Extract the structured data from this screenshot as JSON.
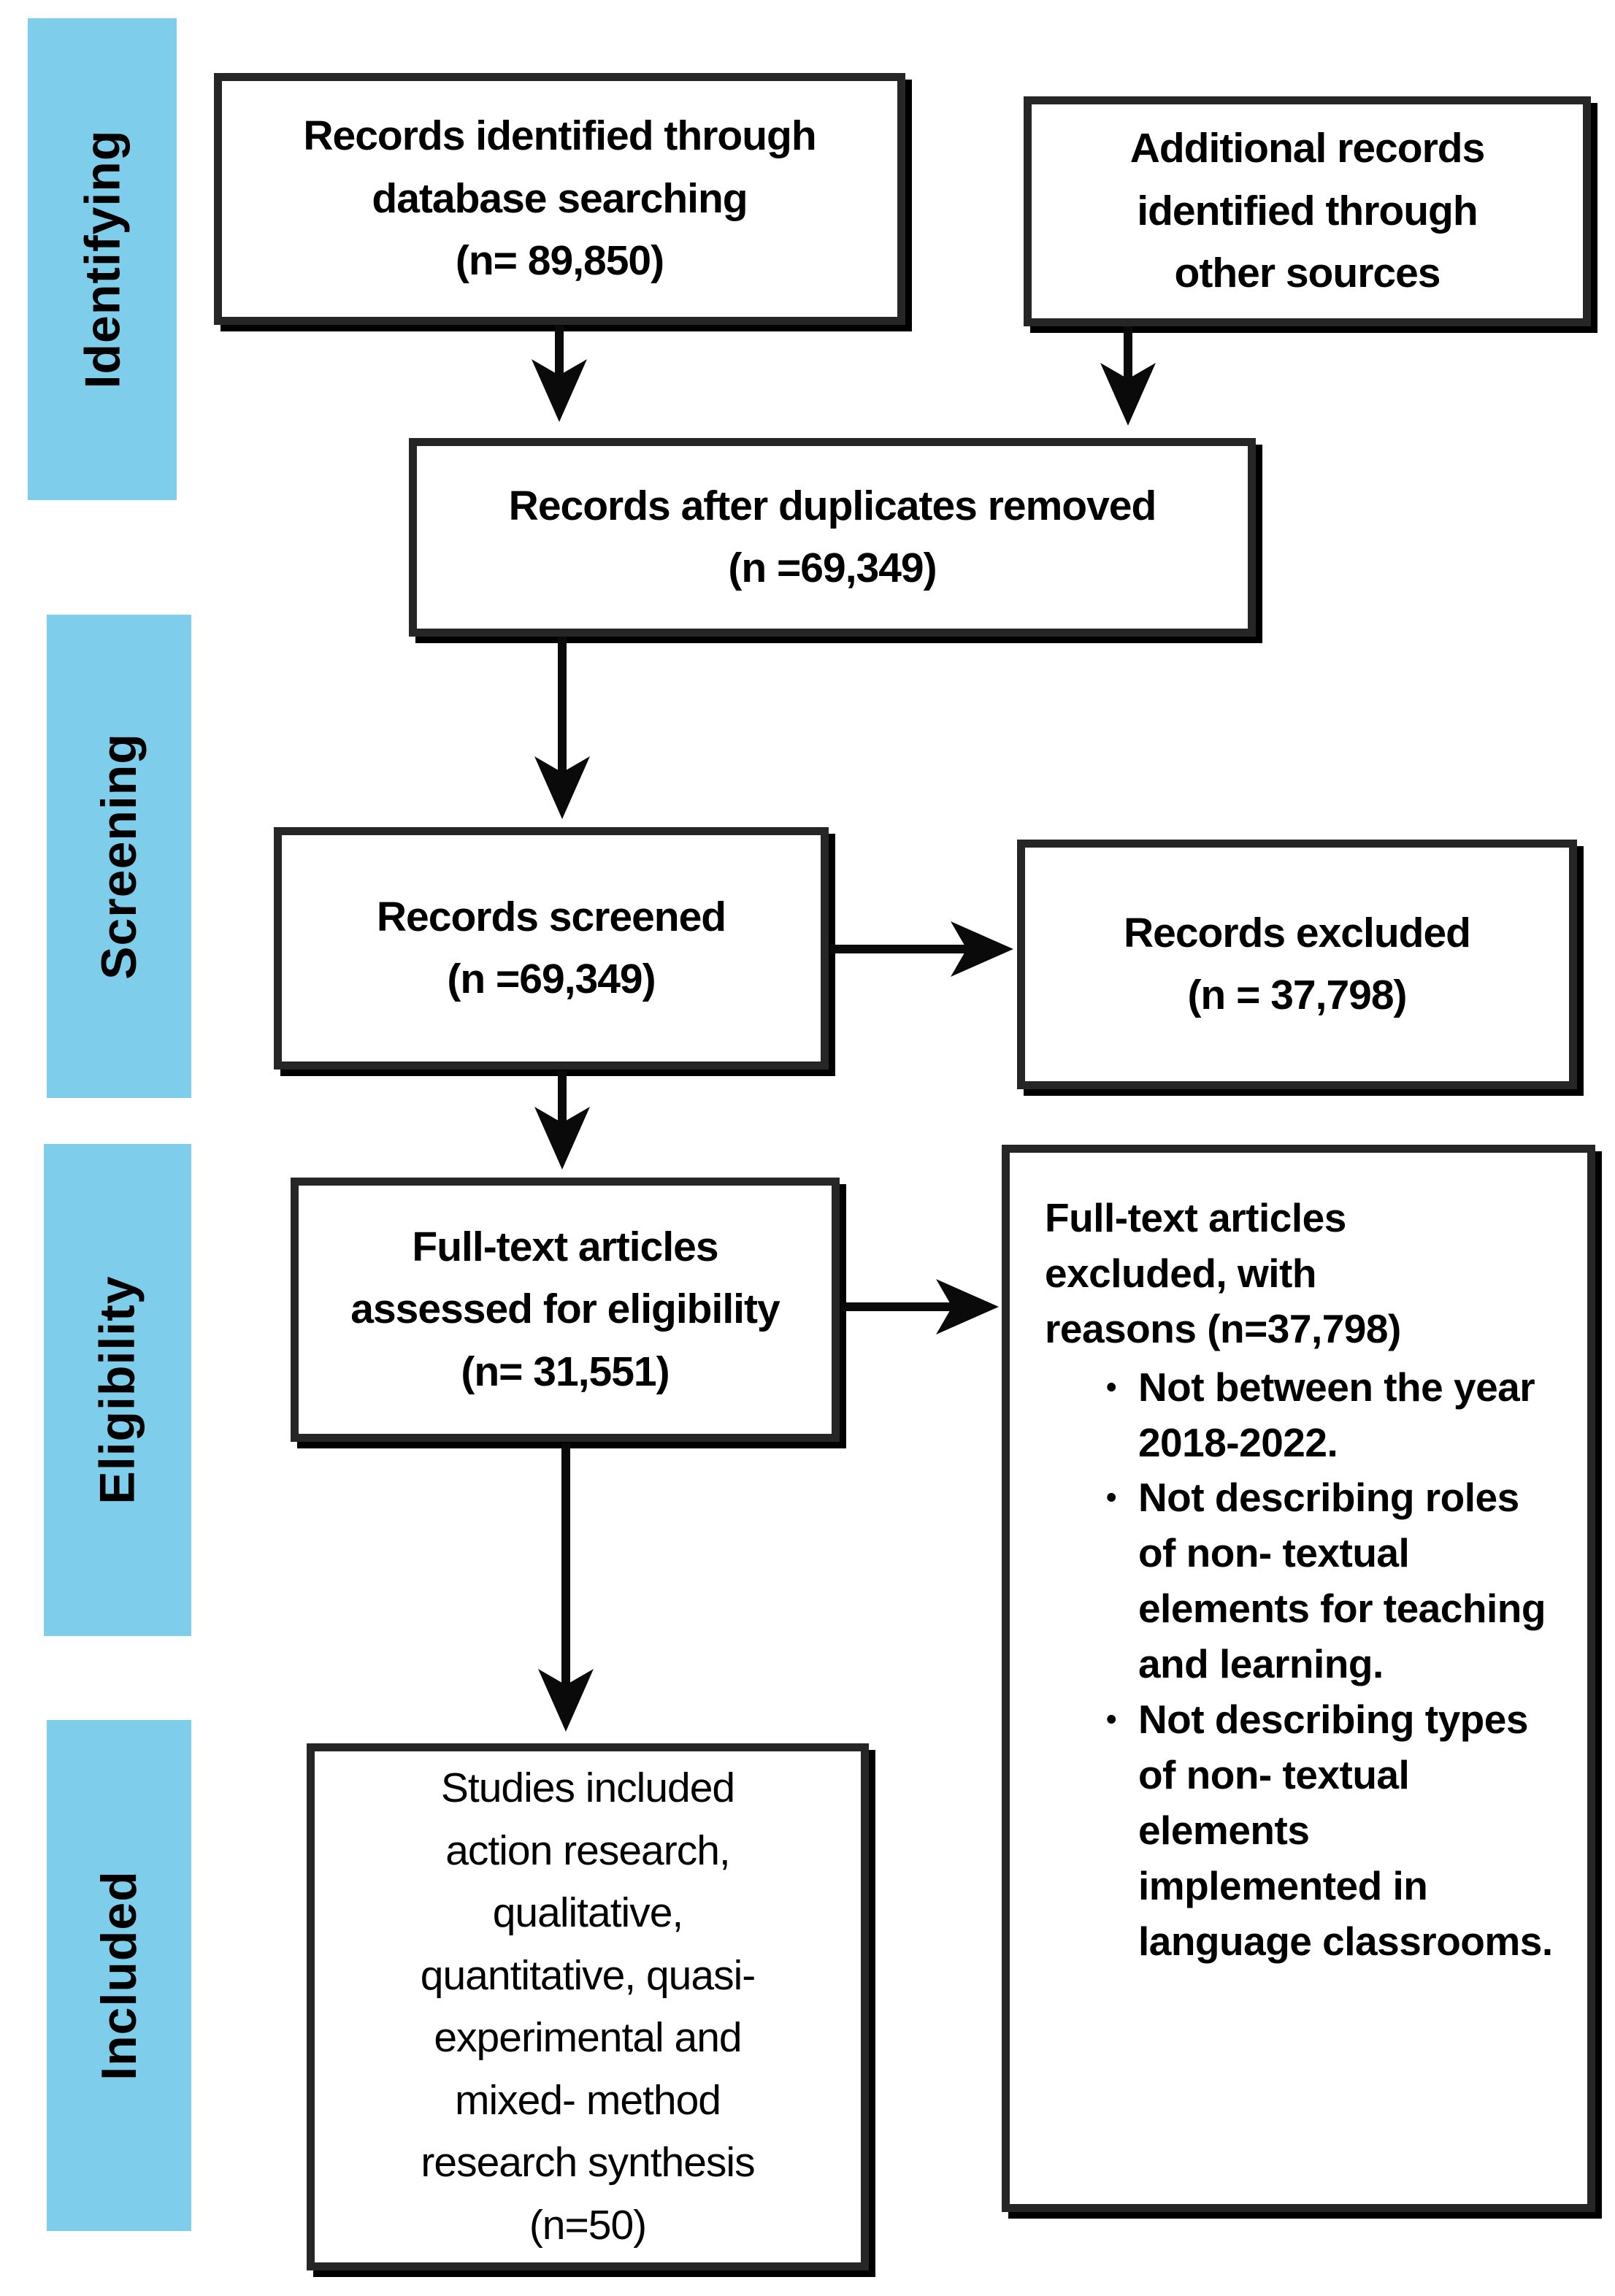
{
  "sidebar": {
    "identifying": "Identifying",
    "screening": "Screening",
    "eligibility": "Eligibility",
    "included": "Included"
  },
  "boxes": {
    "identified": {
      "lines": [
        "Records identified through",
        "database searching",
        "(n= 89,850)"
      ]
    },
    "additional": {
      "lines": [
        "Additional records",
        "identified through",
        "other sources"
      ]
    },
    "deduplicated": {
      "lines": [
        "Records after duplicates removed",
        "(n =69,349)"
      ]
    },
    "screened": {
      "lines": [
        "Records screened",
        "(n =69,349)"
      ]
    },
    "records_excluded": {
      "lines": [
        "Records excluded",
        "(n = 37,798)"
      ]
    },
    "fulltext_assessed": {
      "lines": [
        "Full-text articles",
        "assessed for eligibility",
        "(n= 31,551)"
      ]
    },
    "studies_included": {
      "lines": [
        "Studies included",
        "action research,",
        "qualitative,",
        "quantitative, quasi-",
        "experimental and",
        "mixed- method",
        "research synthesis",
        "(n=50)"
      ]
    },
    "fulltext_excluded": {
      "title_lines": [
        "Full-text articles",
        "excluded, with",
        "reasons (n=37,798)"
      ],
      "bullets": [
        "Not between the year 2018-2022.",
        "Not describing roles of non- textual elements for teaching and learning.",
        "Not describing types of non- textual elements implemented in language classrooms."
      ]
    }
  },
  "colors": {
    "stage_fill": "#7ECDEA",
    "box_border": "#262626",
    "arrow": "#0a0a0a",
    "shadow": "#000000",
    "background": "#ffffff",
    "text": "#000000"
  }
}
